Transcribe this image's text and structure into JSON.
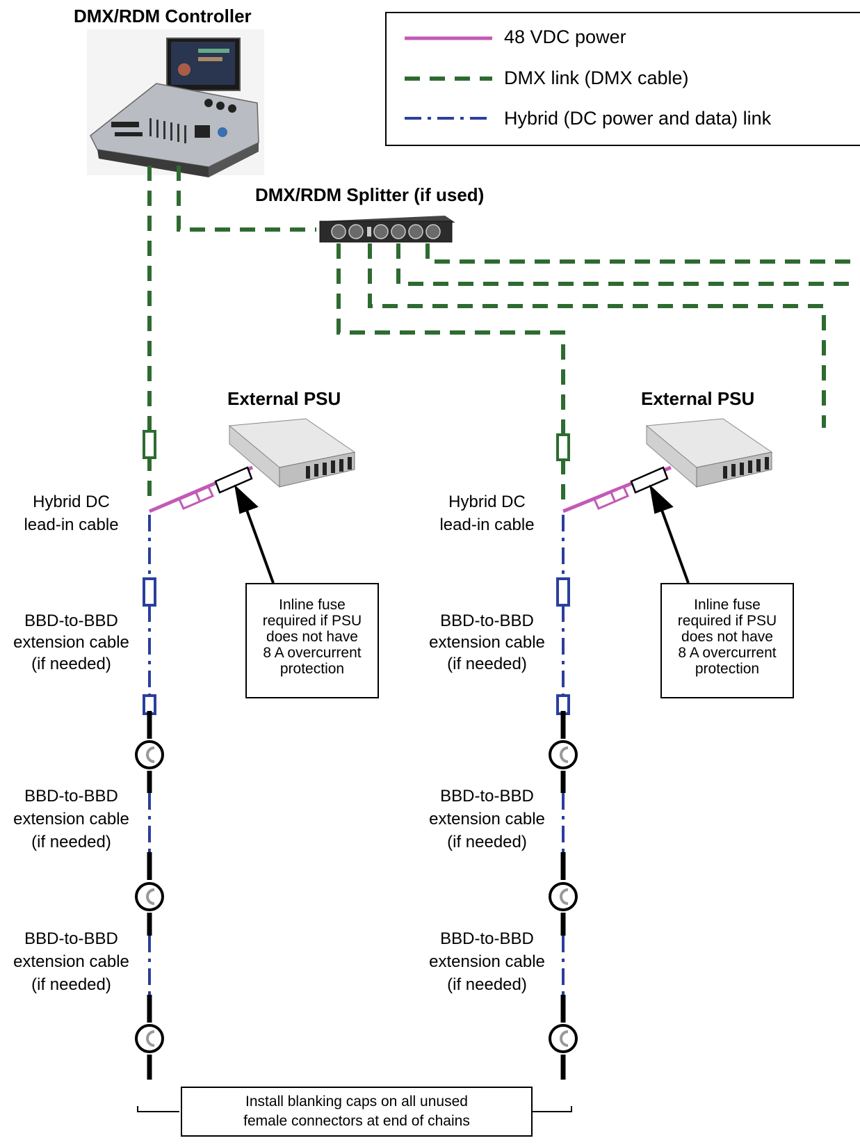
{
  "titles": {
    "controller": "DMX/RDM Controller",
    "splitter": "DMX/RDM Splitter (if used)",
    "psu": "External PSU"
  },
  "legend": {
    "items": [
      {
        "label": "48 VDC power",
        "color": "#c25ab5",
        "style": "solid"
      },
      {
        "label": "DMX link (DMX cable)",
        "color": "#2e6b30",
        "style": "dashed"
      },
      {
        "label": "Hybrid (DC power and data) link",
        "color": "#2b3f9e",
        "style": "dash-dot"
      }
    ]
  },
  "labels": {
    "lead_in_1": "Hybrid DC",
    "lead_in_2": "lead-in cable",
    "ext_1": "BBD-to-BBD",
    "ext_2": "extension cable",
    "ext_3": "(if needed)"
  },
  "fuse_note": {
    "line1": "Inline fuse",
    "line2": "required if PSU",
    "line3": "does not have",
    "line4": "8 A overcurrent",
    "line5": "protection"
  },
  "footer_note": {
    "line1": "Install blanking caps on all unused",
    "line2": "female connectors at end of chains"
  },
  "colors": {
    "power": "#c25ab5",
    "dmx": "#2e6b30",
    "hybrid": "#2b3f9e",
    "connector": "#000000"
  }
}
